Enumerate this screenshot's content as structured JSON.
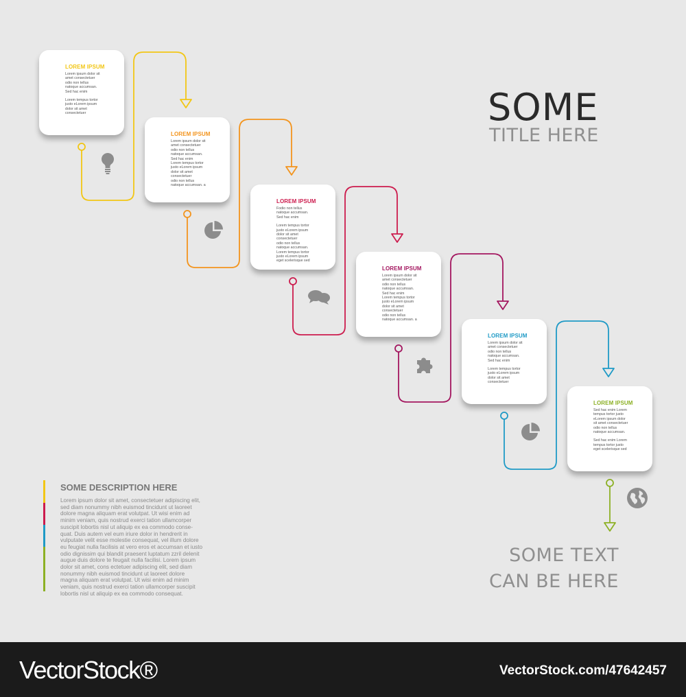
{
  "header": {
    "title": "SOME",
    "subtitle": "TITLE HERE"
  },
  "steps": [
    {
      "title": "LOREM IPSUM",
      "color": "#f2c615",
      "icon": "lightbulb-icon",
      "lines": [
        "Lorem ipsum dolor sit",
        "amet consectetuer",
        "odio non tellus",
        "natoque accumsan.",
        "Sed hac enim",
        "",
        "Lorem tempus tortor",
        "justo eLorem ipsum",
        "dolor sit amet",
        "consectetuer"
      ]
    },
    {
      "title": "LOREM IPSUM",
      "color": "#f3941d",
      "icon": "pie-chart-icon",
      "lines": [
        "Lorem ipsum dolor sit",
        "amet consectetuer",
        "odio non tellus",
        "natoque accumsan.",
        "Sed hac enim",
        "Lorem tempus tortor",
        "justo eLorem ipsum",
        "dolor sit amet",
        "consectetuer",
        "odio non tellus",
        "natoque accumsan. a"
      ]
    },
    {
      "title": "LOREM IPSUM",
      "color": "#cc1b4d",
      "icon": "speech-bubbles-icon",
      "lines": [
        "Fodio non tellus",
        "natoque accumsan.",
        "Sed hac enim",
        "",
        "Lorem tempus tortor",
        "justo eLorem ipsum",
        "dolor sit amet",
        "consectetuer",
        "odio non tellus",
        "natoque accumsan.",
        "Lorem tempus tortor",
        "justo eLorem ipsum",
        "eget scelerisque sed"
      ]
    },
    {
      "title": "LOREM IPSUM",
      "color": "#a3165f",
      "icon": "puzzle-piece-icon",
      "lines": [
        "Lorem ipsum dolor sit",
        "amet consectetuer",
        "odio non tellus",
        "natoque accumsan.",
        "Sed hac enim",
        "Lorem tempus tortor",
        "justo eLorem ipsum",
        "dolor sit amet",
        "consectetuer",
        "odio non tellus",
        "natoque accumsan. a"
      ]
    },
    {
      "title": "LOREM IPSUM",
      "color": "#1f9ac6",
      "icon": "pie-chart-icon",
      "lines": [
        "Lorem ipsum dolor sit",
        "amet consectetuer",
        "odio non tellus",
        "natoque accumsan.",
        "Sed hac enim",
        "",
        "Lorem tempus tortor",
        "justo eLorem ipsum",
        "dolor sit amet",
        "consectetuer"
      ]
    },
    {
      "title": "LOREM IPSUM",
      "color": "#8cb024",
      "icon": "globe-icon",
      "lines": [
        "Sed hac enim Lorem",
        "tempus tortor justo",
        "eLorem ipsum dolor",
        "sit amet consectetuer",
        "odio non tellus",
        "natoque accumsan.",
        "",
        "Sed hac enim Lorem",
        "tempus tortor justo",
        "eget scelerisque sed"
      ]
    }
  ],
  "description": {
    "title": "SOME DESCRIPTION HERE",
    "lines": [
      "Lorem ipsum dolor sit amet, consectetuer adipiscing elit,",
      "sed diam nonummy nibh euismod tincidunt ut laoreet",
      "dolore magna aliquam erat volutpat. Ut wisi enim ad",
      "minim veniam, quis nostrud exerci tation ullamcorper",
      "suscipit lobortis nisl ut aliquip ex ea commodo conse-",
      "quat. Duis autem vel eum iriure dolor in hendrerit in",
      "vulputate velit esse molestie consequat, vel illum dolore",
      "eu feugiat nulla facilisis at vero eros et accumsan et iusto",
      "odio dignissim qui blandit praesent luptatum zzril delenit",
      "augue duis dolore te feugait nulla facilisi. Lorem ipsum",
      "dolor sit amet, cons ectetuer adipiscing elit, sed diam",
      "nonummy nibh euismod tincidunt ut laoreet dolore",
      "magna aliquam erat volutpat. Ut wisi enim ad minim",
      "veniam, quis nostrud exerci tation ullamcorper suscipit",
      "lobortis nisl ut aliquip ex ea commodo consequat."
    ],
    "bar_colors": [
      "#f2c615",
      "#cc1b4d",
      "#1f9ac6",
      "#8cb024"
    ]
  },
  "bottom_text": {
    "line1": "SOME TEXT",
    "line2": "CAN BE HERE"
  },
  "footer": {
    "brand": "VectorStock®",
    "id": "VectorStock.com/47642457"
  },
  "icon_color": "#8c8c8c"
}
